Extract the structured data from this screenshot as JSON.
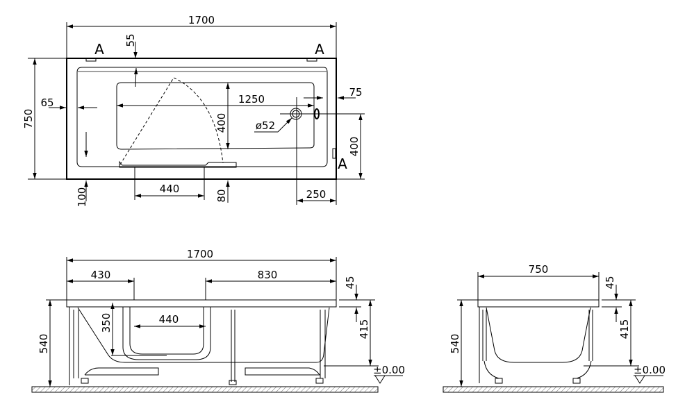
{
  "top_view": {
    "length": "1700",
    "width": "750",
    "rim_left": "65",
    "rim_top": "55",
    "basin_length": "1250",
    "basin_width": "400",
    "drain_diameter": "ø52",
    "overflow_offset": "75",
    "drain_from_side": "400",
    "rim_front": "100",
    "door_width": "440",
    "door_offset": "80",
    "drain_from_end": "250",
    "section_label": "A"
  },
  "side_view": {
    "length": "1700",
    "door_left": "430",
    "door_right": "830",
    "rim_thickness": "45",
    "depth": "415",
    "total_height": "540",
    "door_height": "350",
    "door_width": "440",
    "datum": "±0.00"
  },
  "end_view": {
    "width": "750",
    "rim_thickness": "45",
    "depth": "415",
    "total_height": "540",
    "datum": "±0.00"
  }
}
